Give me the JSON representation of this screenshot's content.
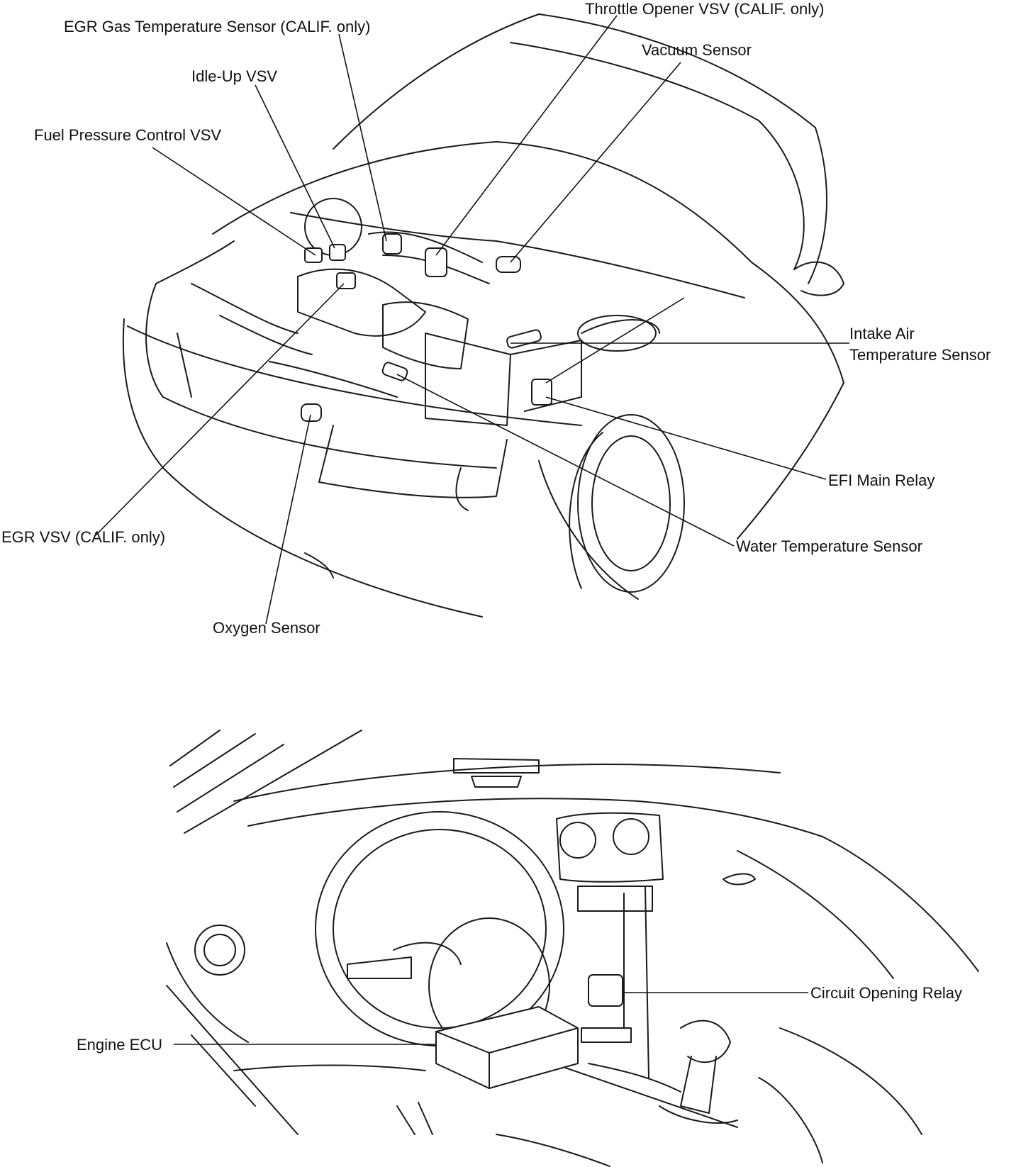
{
  "top_figure": {
    "labels": {
      "throttle_opener_vsv": "Throttle Opener VSV (CALIF. only)",
      "egr_gas_temp_sensor": "EGR Gas Temperature Sensor (CALIF. only)",
      "vacuum_sensor": "Vacuum Sensor",
      "idle_up_vsv": "Idle-Up VSV",
      "fuel_pressure_control_vsv": "Fuel Pressure Control VSV",
      "intake_air_temp_sensor_line1": "Intake Air",
      "intake_air_temp_sensor_line2": "Temperature Sensor",
      "efi_main_relay": "EFI Main Relay",
      "egr_vsv": "EGR VSV (CALIF. only)",
      "water_temp_sensor": "Water Temperature Sensor",
      "oxygen_sensor": "Oxygen Sensor"
    }
  },
  "bottom_figure": {
    "labels": {
      "circuit_opening_relay": "Circuit Opening Relay",
      "engine_ecu": "Engine ECU"
    }
  }
}
